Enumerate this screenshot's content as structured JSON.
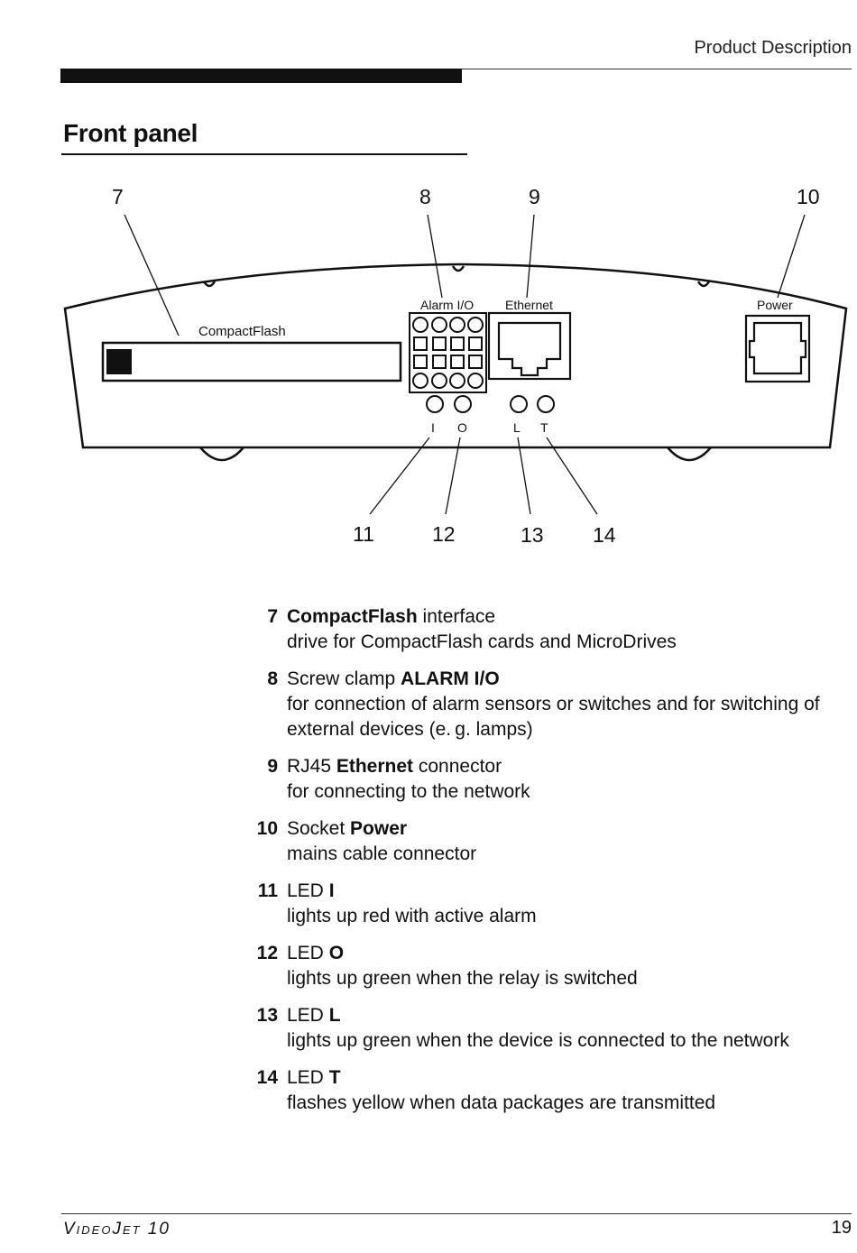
{
  "header": {
    "section": "Product Description"
  },
  "title": "Front panel",
  "diagram": {
    "callouts": [
      "7",
      "8",
      "9",
      "10",
      "11",
      "12",
      "13",
      "14"
    ],
    "labels": {
      "compactflash": "CompactFlash",
      "alarm": "Alarm I/O",
      "ethernet": "Ethernet",
      "power": "Power",
      "led_i": "I",
      "led_o": "O",
      "led_l": "L",
      "led_t": "T"
    }
  },
  "legend": [
    {
      "num": "7",
      "pre": "",
      "bold": "CompactFlash",
      "post": " interface",
      "desc": "drive for CompactFlash cards and MicroDrives"
    },
    {
      "num": "8",
      "pre": "Screw clamp ",
      "bold": "ALARM I/O",
      "post": "",
      "desc": "for connection of alarm sensors or switches and for switching of external devices (e. g. lamps)"
    },
    {
      "num": "9",
      "pre": "RJ45 ",
      "bold": "Ethernet",
      "post": " connector",
      "desc": "for connecting to the network"
    },
    {
      "num": "10",
      "pre": "Socket ",
      "bold": "Power",
      "post": "",
      "desc": "mains cable connector"
    },
    {
      "num": "11",
      "pre": "LED ",
      "bold": "I",
      "post": "",
      "desc": "lights up red with active alarm"
    },
    {
      "num": "12",
      "pre": "LED ",
      "bold": "O",
      "post": "",
      "desc": "lights up green when the relay is switched"
    },
    {
      "num": "13",
      "pre": "LED ",
      "bold": "L",
      "post": "",
      "desc": "lights up green when the device is connected to the network"
    },
    {
      "num": "14",
      "pre": "LED ",
      "bold": "T",
      "post": "",
      "desc": "flashes yellow when data packages are transmitted"
    }
  ],
  "footer": {
    "brand": "VideoJet 10",
    "page": "19"
  }
}
